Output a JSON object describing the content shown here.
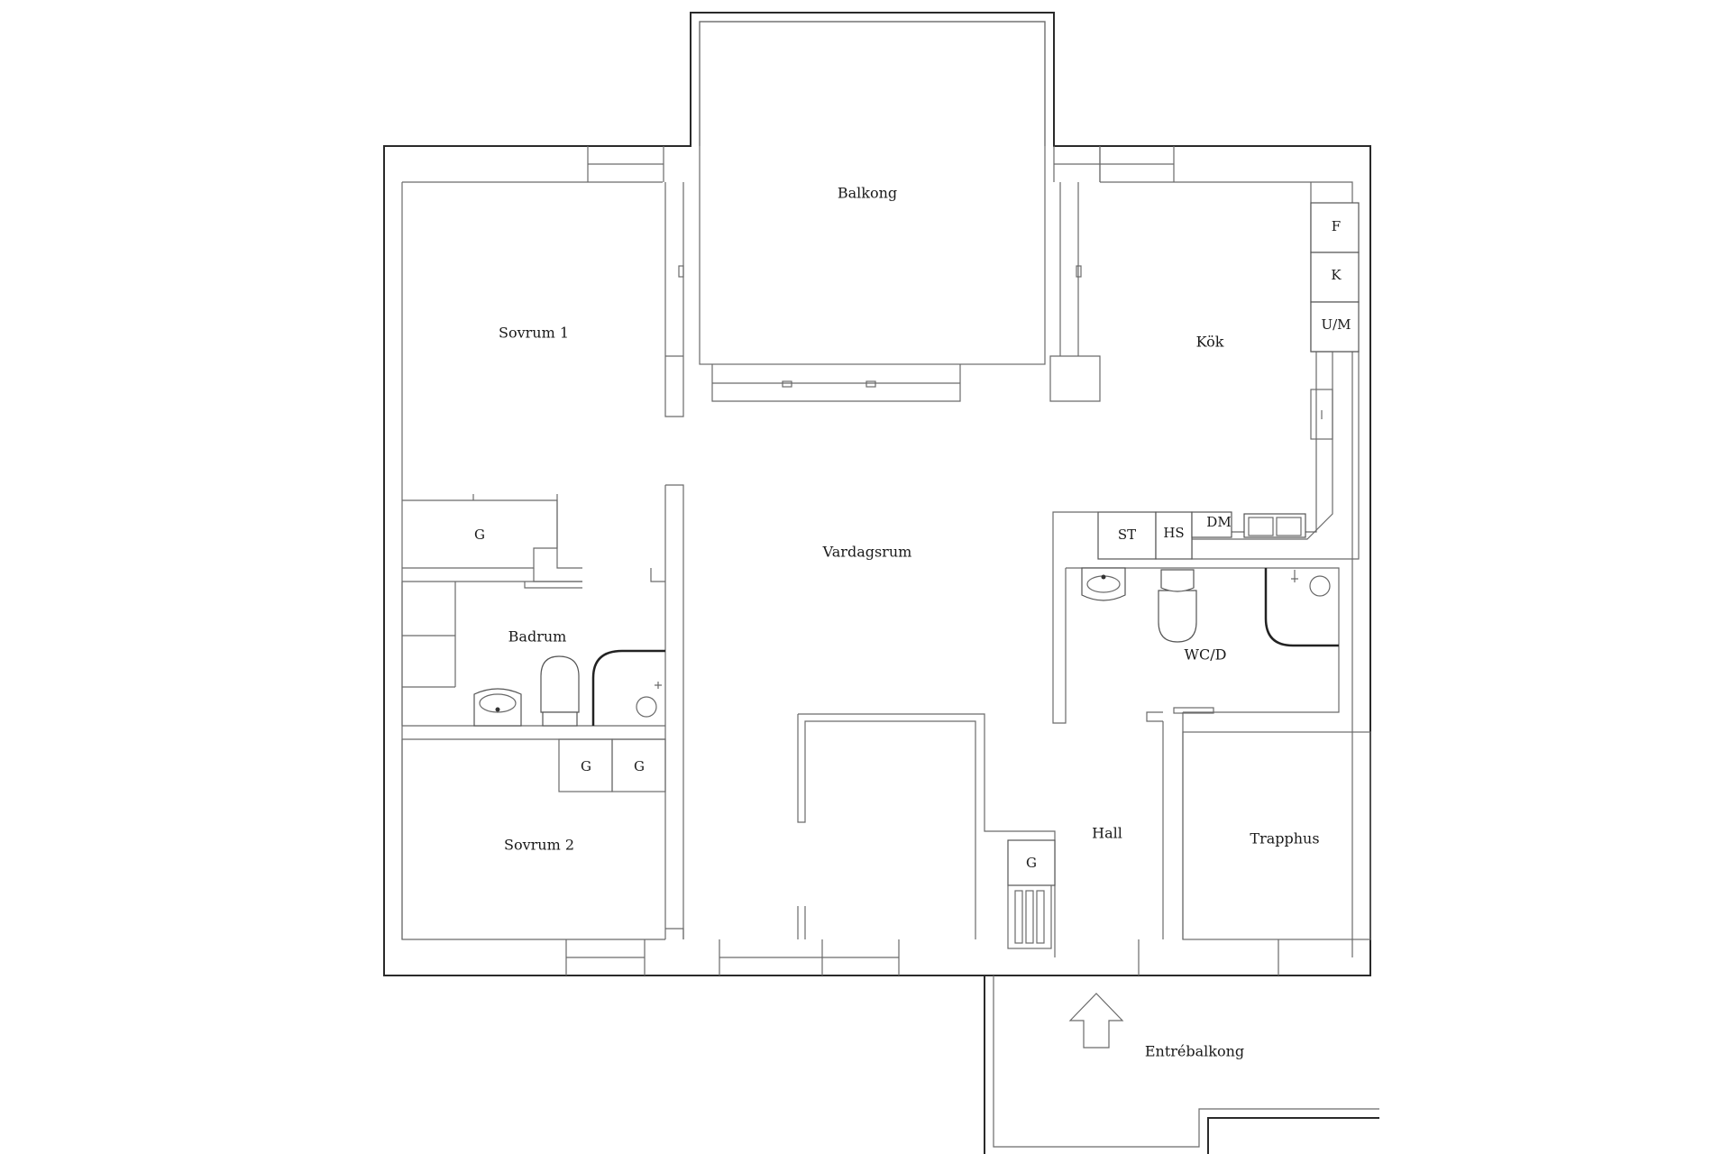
{
  "rooms": {
    "balkong": "Balkong",
    "sovrum1": "Sovrum 1",
    "kok": "Kök",
    "vardagsrum": "Vardagsrum",
    "badrum": "Badrum",
    "wcd": "WC/D",
    "sovrum2": "Sovrum 2",
    "hall": "Hall",
    "trapphus": "Trapphus",
    "entrebalkong": "Entrébalkong"
  },
  "fixtures": {
    "fridge": "F",
    "cooler": "K",
    "oven": "U/M",
    "dishwasher": "DM",
    "stove": "ST",
    "tall_cabinet": "HS",
    "wardrobe": "G"
  }
}
